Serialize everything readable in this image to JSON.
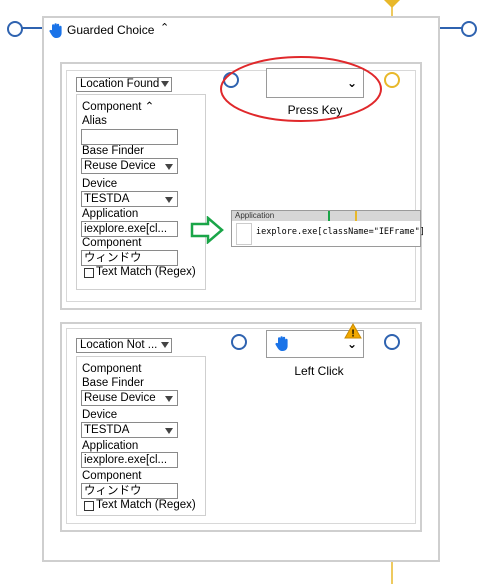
{
  "guarded_choice": {
    "title": "Guarded Choice",
    "collapse_icon": "chevron-up-icon"
  },
  "branch1": {
    "selector_value": "Location Found",
    "properties": {
      "header": "Component",
      "alias_label": "Alias",
      "alias_value": "",
      "base_finder_label": "Base Finder",
      "base_finder_value": "Reuse Device",
      "device_label": "Device",
      "device_value": "TESTDA",
      "application_label": "Application",
      "application_value": "iexplore.exe[cl...",
      "component_label": "Component",
      "component_value": "ウィンドウ",
      "text_match_label": "Text Match (Regex)"
    },
    "action_node": {
      "label": "Press Key",
      "value": ""
    }
  },
  "branch2": {
    "selector_value": "Location Not ...",
    "properties": {
      "header": "Component",
      "base_finder_label": "Base Finder",
      "base_finder_value": "Reuse Device",
      "device_label": "Device",
      "device_value": "TESTDA",
      "application_label": "Application",
      "application_value": "iexplore.exe[cl...",
      "component_label": "Component",
      "component_value": "ウィンドウ",
      "text_match_label": "Text Match (Regex)"
    },
    "action_node": {
      "label": "Left Click",
      "icon": "hand-icon",
      "warning": "!"
    }
  },
  "application_tooltip": {
    "title": "Application",
    "value": "iexplore.exe[className=\"IEFrame\"]"
  },
  "colors": {
    "wire": "#2f63b0",
    "highlight_circle": "#e0282b",
    "arrow": "#1aa548",
    "timeline": "#e8b82a",
    "hand_icon": "#1a73e8"
  }
}
